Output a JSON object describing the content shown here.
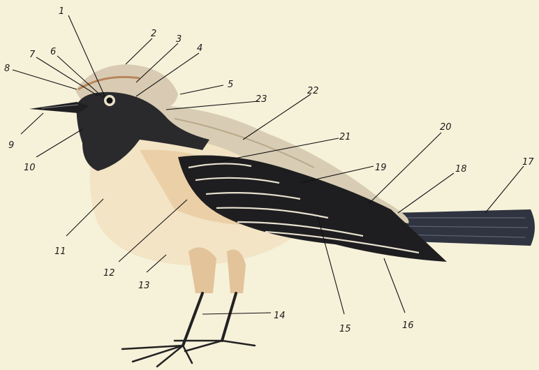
{
  "labels": [
    "1",
    "2",
    "3",
    "4",
    "5",
    "6",
    "7",
    "8",
    "9",
    "10",
    "11",
    "12",
    "13",
    "14",
    "15",
    "16",
    "17",
    "18",
    "19",
    "20",
    "21",
    "22",
    "23"
  ],
  "colors": {
    "paper": "#f6f1d9",
    "crown": "#d9cbb3",
    "back": "#d8cdb4",
    "throat": "#2a2a2c",
    "belly": "#f2e4c4",
    "flank": "#e8c9a0",
    "wing_dark": "#1e1e20",
    "wing_edge": "#e9e2d0",
    "tail": "#2f3440",
    "legs": "#222",
    "thigh": "#e3c39a"
  }
}
